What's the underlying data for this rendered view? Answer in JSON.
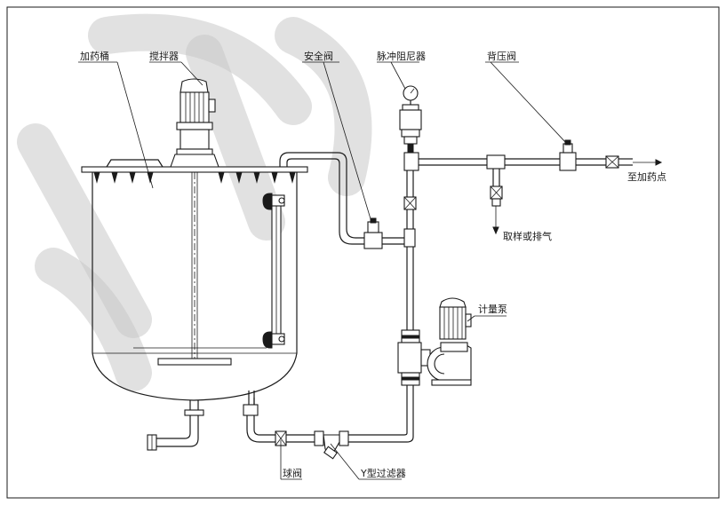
{
  "labels": {
    "tank": "加药桶",
    "mixer": "搅拌器",
    "safety_valve": "安全阀",
    "pulse_damper": "脉冲阻尼器",
    "back_pressure_valve": "背压阀",
    "to_dosing_point": "至加药点",
    "sampling_or_vent": "取样或排气",
    "metering_pump": "计量泵",
    "ball_valve": "球阀",
    "y_strainer": "Y型过滤器"
  }
}
